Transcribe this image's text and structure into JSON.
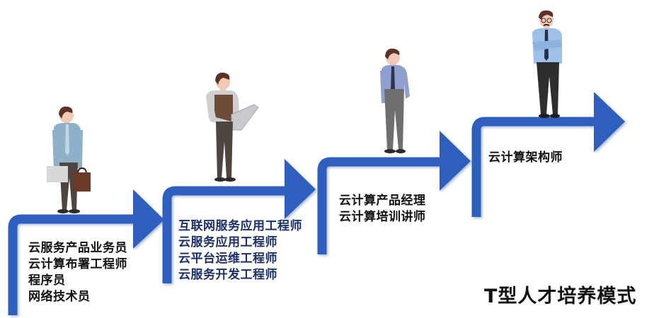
{
  "title": "T型人才培养模式",
  "colors": {
    "arrow": "#2f5fbf",
    "arrow_shadow": "#1e3f8a",
    "text_dark": "#111111",
    "text_navy": "#1b2f6b",
    "background": "#ffffff"
  },
  "steps": [
    {
      "level": 1,
      "figure": "person-with-briefcases",
      "roles": [
        "云服务产品业务员",
        "云计算布署工程师",
        "程序员",
        "网络技术员"
      ]
    },
    {
      "level": 2,
      "figure": "person-with-laptop",
      "roles": [
        "互联网服务应用工程师",
        "云服务应用工程师",
        "云平台运维工程师",
        "云服务开发工程师"
      ]
    },
    {
      "level": 3,
      "figure": "person-in-tie",
      "roles": [
        "云计算产品经理",
        "云计算培训讲师"
      ]
    },
    {
      "level": 4,
      "figure": "person-arms-crossed-glasses",
      "roles": [
        "云计算架构师"
      ]
    }
  ]
}
